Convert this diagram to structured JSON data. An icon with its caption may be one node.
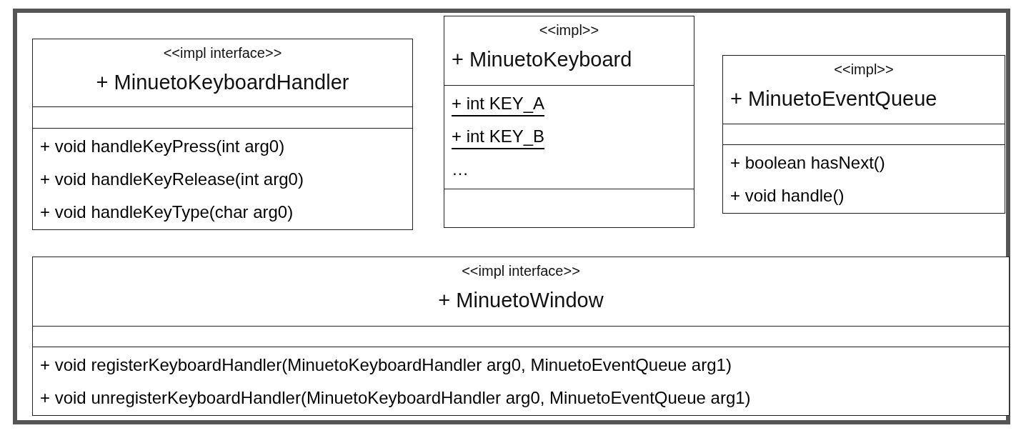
{
  "diagram": {
    "nodes": [
      {
        "text": [
          "<<impl interface>>",
          "+ MinuetoKeyboardHandler"
        ]
      },
      {
        "text": [],
        "shape": "box",
        "in": 0
      },
      {
        "text": [
          "+ void handleKeyPress(int arg0)",
          "+ void handleKeyRelease(int arg0)",
          "+ void handleKeyType(char arg0)"
        ],
        "in": 0
      },
      {
        "text": [
          "<<impl>>",
          "+ MinuetoKeyboard"
        ]
      },
      {
        "text": [
          "+ int KEY_A",
          "+ int KEY_B",
          "…"
        ],
        "in": 3
      },
      {
        "text": [],
        "shape": "box",
        "in": 3
      },
      {
        "text": [
          "<<impl>>",
          "+ MinuetoEventQueue"
        ]
      },
      {
        "text": [],
        "shape": "box",
        "in": 6
      },
      {
        "text": [
          "+ boolean hasNext()",
          "+ void handle()"
        ],
        "in": 6
      },
      {
        "text": [
          "<<impl interface>>",
          "+ MinuetoWindow"
        ]
      },
      {
        "text": [],
        "shape": "box",
        "in": 9
      },
      {
        "text": [
          "+ void registerKeyboardHandler(MinuetoKeyboardHandler arg0, MinuetoEventQueue arg1)",
          "+ void unregisterKeyboardHandler(MinuetoKeyboardHandler arg0, MinuetoEventQueue arg1)"
        ],
        "in": 9
      }
    ],
    "edges": []
  }
}
